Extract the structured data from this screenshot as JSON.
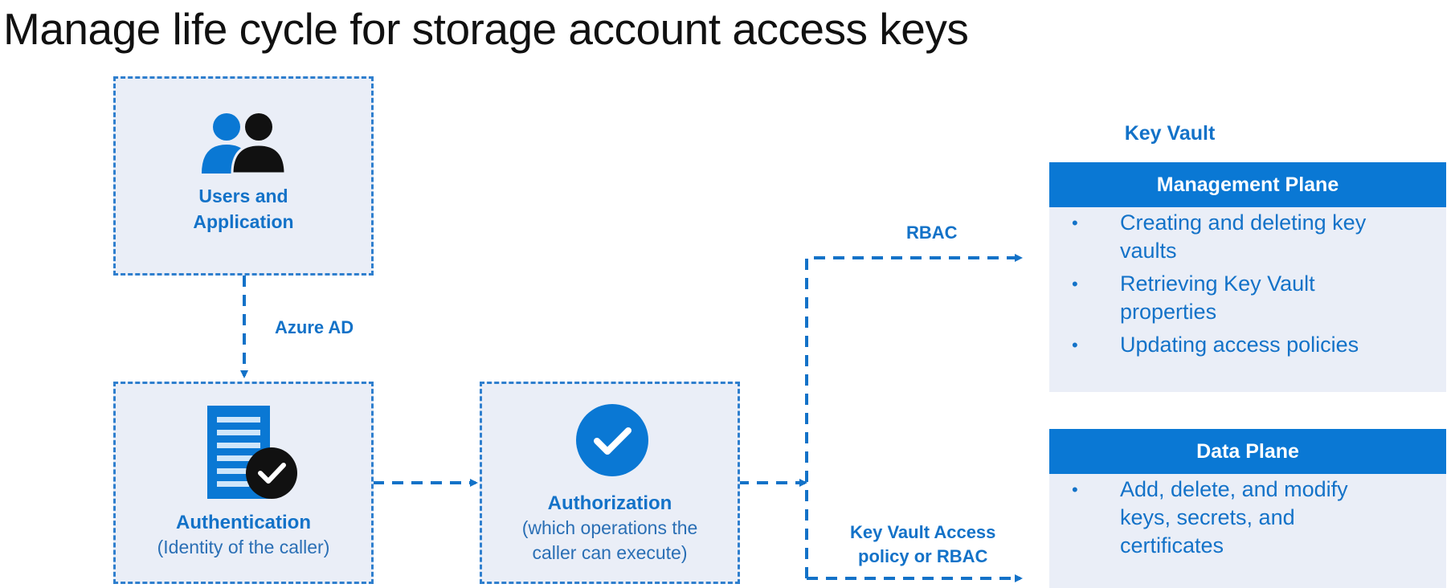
{
  "title": "Manage life cycle for storage account access keys",
  "nodes": {
    "users": {
      "line1": "Users and",
      "line2": "Application"
    },
    "authentication": {
      "title": "Authentication",
      "subtitle": "(Identity of the caller)"
    },
    "authorization": {
      "title": "Authorization",
      "sub1": "(which operations the",
      "sub2": "caller can execute)"
    }
  },
  "edges": {
    "azure_ad": "Azure AD",
    "rbac": "RBAC",
    "kv_access_1": "Key Vault Access",
    "kv_access_2": "policy or RBAC"
  },
  "key_vault": {
    "title": "Key Vault",
    "management_plane": {
      "header": "Management Plane",
      "items": [
        {
          "l1": "Creating and deleting key",
          "l2": "vaults"
        },
        {
          "l1": "Retrieving Key Vault",
          "l2": "properties"
        },
        {
          "l1": "Updating access policies",
          "l2": ""
        }
      ]
    },
    "data_plane": {
      "header": "Data Plane",
      "items": [
        {
          "l1": "Add, delete, and modify",
          "l2": "keys, secrets, and",
          "l3": "certificates"
        }
      ]
    }
  },
  "colors": {
    "accent": "#1372c8",
    "panel_header": "#0a78d4",
    "node_fill": "#eaeef7",
    "dash": "#2f7fce"
  },
  "icons": {
    "users": "users-icon",
    "authentication": "document-check-icon",
    "authorization": "check-circle-icon"
  }
}
